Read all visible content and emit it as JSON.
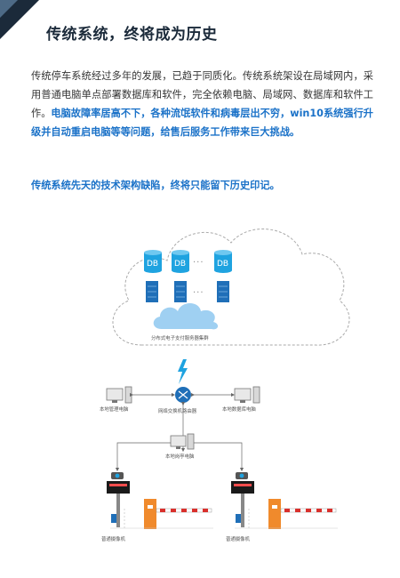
{
  "page": {
    "title": "传统系统，终将成为历史",
    "para1_normal": "传统停车系统经过多年的发展，已趋于同质化。传统系统架设在局域网内，采用普通电脑单点部署数据库和软件，完全依赖电脑、局域网、数据库和软件工作。",
    "para1_highlight": "电脑故障率居高不下，各种流氓软件和病毒层出不穷，win10系统强行升级并自动重启电脑等等问题，给售后服务工作带来巨大挑战。",
    "para2": "传统系统先天的技术架构缺陷，终将只能留下历史印记。"
  },
  "diagram": {
    "db_label": "DB",
    "ellipsis": "···",
    "cloud_label": "分布式电子支付服务器集群",
    "left_pc_label": "本地管理电脑",
    "router_label": "网络交换机路由器",
    "right_pc_label": "本地数据库电脑",
    "center_pc_label": "本地岗亭电脑",
    "camera_left_label": "普通摄像机",
    "camera_right_label": "普通摄像机"
  },
  "colors": {
    "title": "#1b2a3a",
    "highlight": "#1b72c8",
    "db_blue": "#1fa3e0",
    "server_blue": "#1f6fb8",
    "gate_orange": "#f08a2c",
    "barrier_red": "#d9302c"
  }
}
